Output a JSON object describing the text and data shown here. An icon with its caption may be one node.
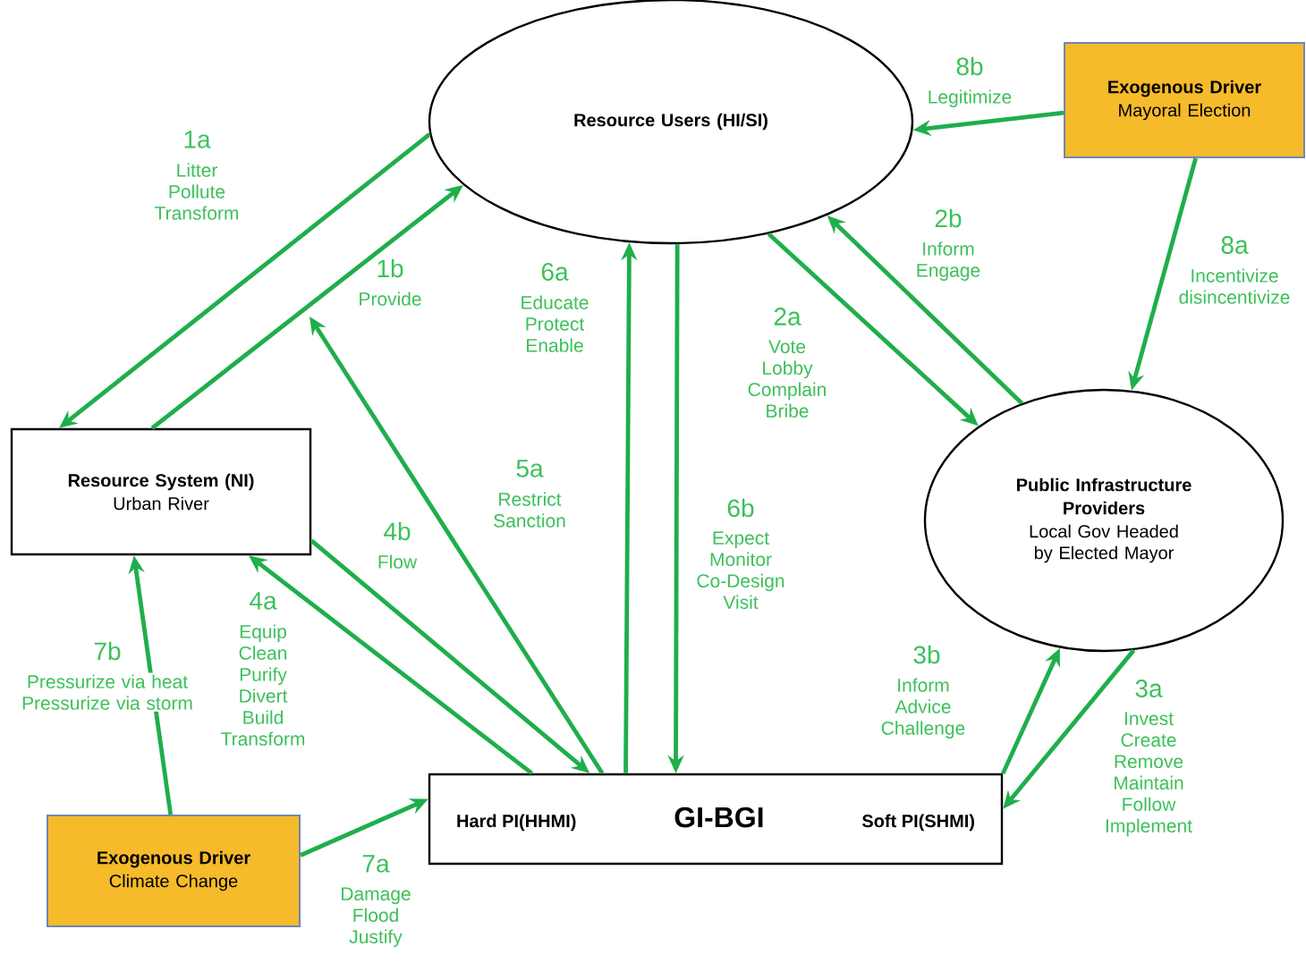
{
  "diagram": {
    "nodes": [
      {
        "text": [
          "Resource Users (HI/SI)"
        ]
      },
      {
        "text": [
          "Exogenous Driver",
          "Mayoral Election"
        ]
      },
      {
        "text": [
          "Resource System (NI)",
          "Urban River"
        ]
      },
      {
        "text": [
          "Public Infrastructure Providers",
          "Local Gov Headed by Elected Mayor"
        ]
      },
      {
        "text": [
          "Hard PI(HHMI)",
          "GI-BGI",
          "Soft PI(SHMI)"
        ]
      },
      {
        "text": [
          "Exogenous Driver",
          "Climate Change"
        ]
      }
    ],
    "edges": [
      {
        "from": 0,
        "to": 2,
        "arrow": "to",
        "label": "1a"
      },
      {
        "from": 2,
        "to": 0,
        "arrow": "to",
        "label": "1b"
      },
      {
        "from": 4,
        "to": 0,
        "arrow": "to",
        "label": "6a"
      },
      {
        "from": 0,
        "to": 4,
        "arrow": "to",
        "label": "6b"
      },
      {
        "from": 0,
        "to": 3,
        "arrow": "to",
        "label": "2a"
      },
      {
        "from": 3,
        "to": 0,
        "arrow": "to",
        "label": "2b"
      },
      {
        "from": 1,
        "to": 0,
        "arrow": "to",
        "label": "8b"
      },
      {
        "from": 1,
        "to": 3,
        "arrow": "to",
        "label": "8a"
      },
      {
        "from": 4,
        "to": null,
        "arrow": "to",
        "label": "5a"
      },
      {
        "from": 2,
        "to": 4,
        "arrow": "to",
        "label": "4b"
      },
      {
        "from": 4,
        "to": 2,
        "arrow": "to",
        "label": "4a"
      },
      {
        "from": 5,
        "to": 2,
        "arrow": "to",
        "label": "7b"
      },
      {
        "from": 5,
        "to": 4,
        "arrow": "to",
        "label": "7a"
      },
      {
        "from": 4,
        "to": 3,
        "arrow": "to",
        "label": "3b"
      },
      {
        "from": 3,
        "to": 4,
        "arrow": "to",
        "label": "3a"
      }
    ],
    "labels": [
      "Litter Pollute Transform",
      "Provide",
      "Educate Protect Enable",
      "Expect Monitor Co-Design Visit",
      "Vote Lobby Complain Bribe",
      "Inform Engage",
      "Legitimize",
      "Incentivize disincentivize",
      "Restrict Sanction",
      "Flow",
      "Equip Clean Purify Divert Build Transform",
      "Pressurize via heat Pressurize via storm",
      "Damage Flood Justify",
      "Inform Advice Challenge",
      "Invest Create Remove Maintain Follow Implement"
    ]
  }
}
